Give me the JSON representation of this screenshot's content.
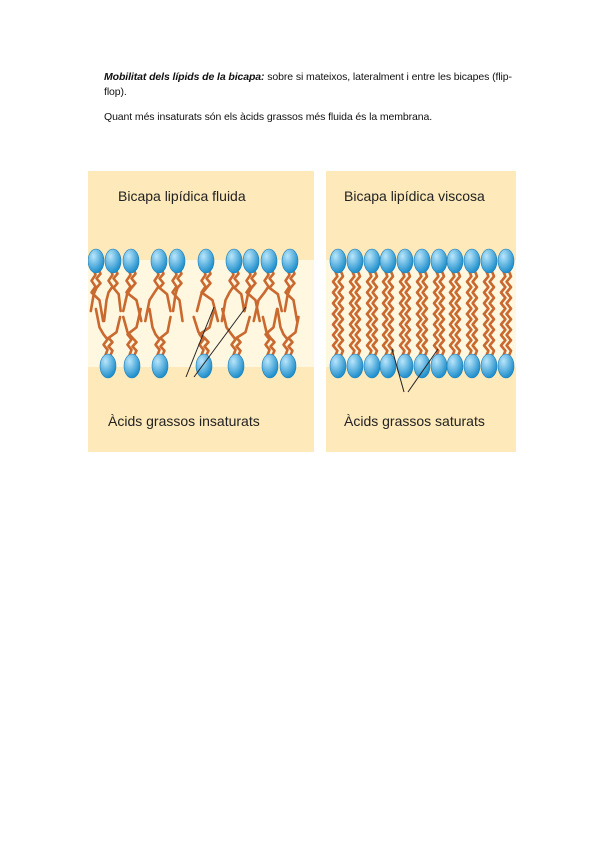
{
  "paragraph1": {
    "lead": "Mobilitat dels lípids de la bicapa:",
    "text": " sobre si mateixos, lateralment i entre les bicapes (flip-flop)."
  },
  "paragraph2": "Quant més insaturats són els àcids grassos més fluida és la membrana.",
  "figure": {
    "left": {
      "title": "Bicapa lipídica fluida",
      "caption": "Àcids grassos insaturats"
    },
    "right": {
      "title": "Bicapa lipídica viscosa",
      "caption": "Àcids grassos saturats"
    },
    "colors": {
      "background": "#fde9b9",
      "core": "#fff7e0",
      "head": "#3fa9dc",
      "tail": "#c9692f"
    }
  }
}
